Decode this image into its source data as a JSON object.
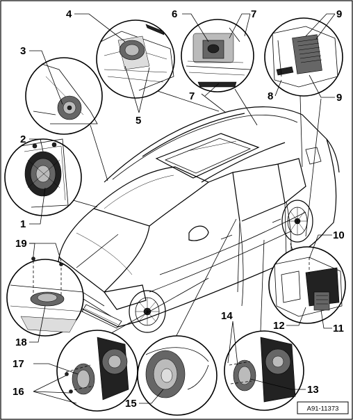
{
  "figure": {
    "reference_code": "A91-11373"
  },
  "callouts": [
    {
      "id": "1",
      "label": "1"
    },
    {
      "id": "2",
      "label": "2"
    },
    {
      "id": "3",
      "label": "3"
    },
    {
      "id": "4",
      "label": "4"
    },
    {
      "id": "5",
      "label": "5"
    },
    {
      "id": "6",
      "label": "6"
    },
    {
      "id": "7a",
      "label": "7"
    },
    {
      "id": "7b",
      "label": "7"
    },
    {
      "id": "8",
      "label": "8"
    },
    {
      "id": "9a",
      "label": "9"
    },
    {
      "id": "9b",
      "label": "9"
    },
    {
      "id": "10",
      "label": "10"
    },
    {
      "id": "11",
      "label": "11"
    },
    {
      "id": "12",
      "label": "12"
    },
    {
      "id": "13",
      "label": "13"
    },
    {
      "id": "14",
      "label": "14"
    },
    {
      "id": "15",
      "label": "15"
    },
    {
      "id": "16",
      "label": "16"
    },
    {
      "id": "17",
      "label": "17"
    },
    {
      "id": "18",
      "label": "18"
    },
    {
      "id": "19",
      "label": "19"
    }
  ]
}
